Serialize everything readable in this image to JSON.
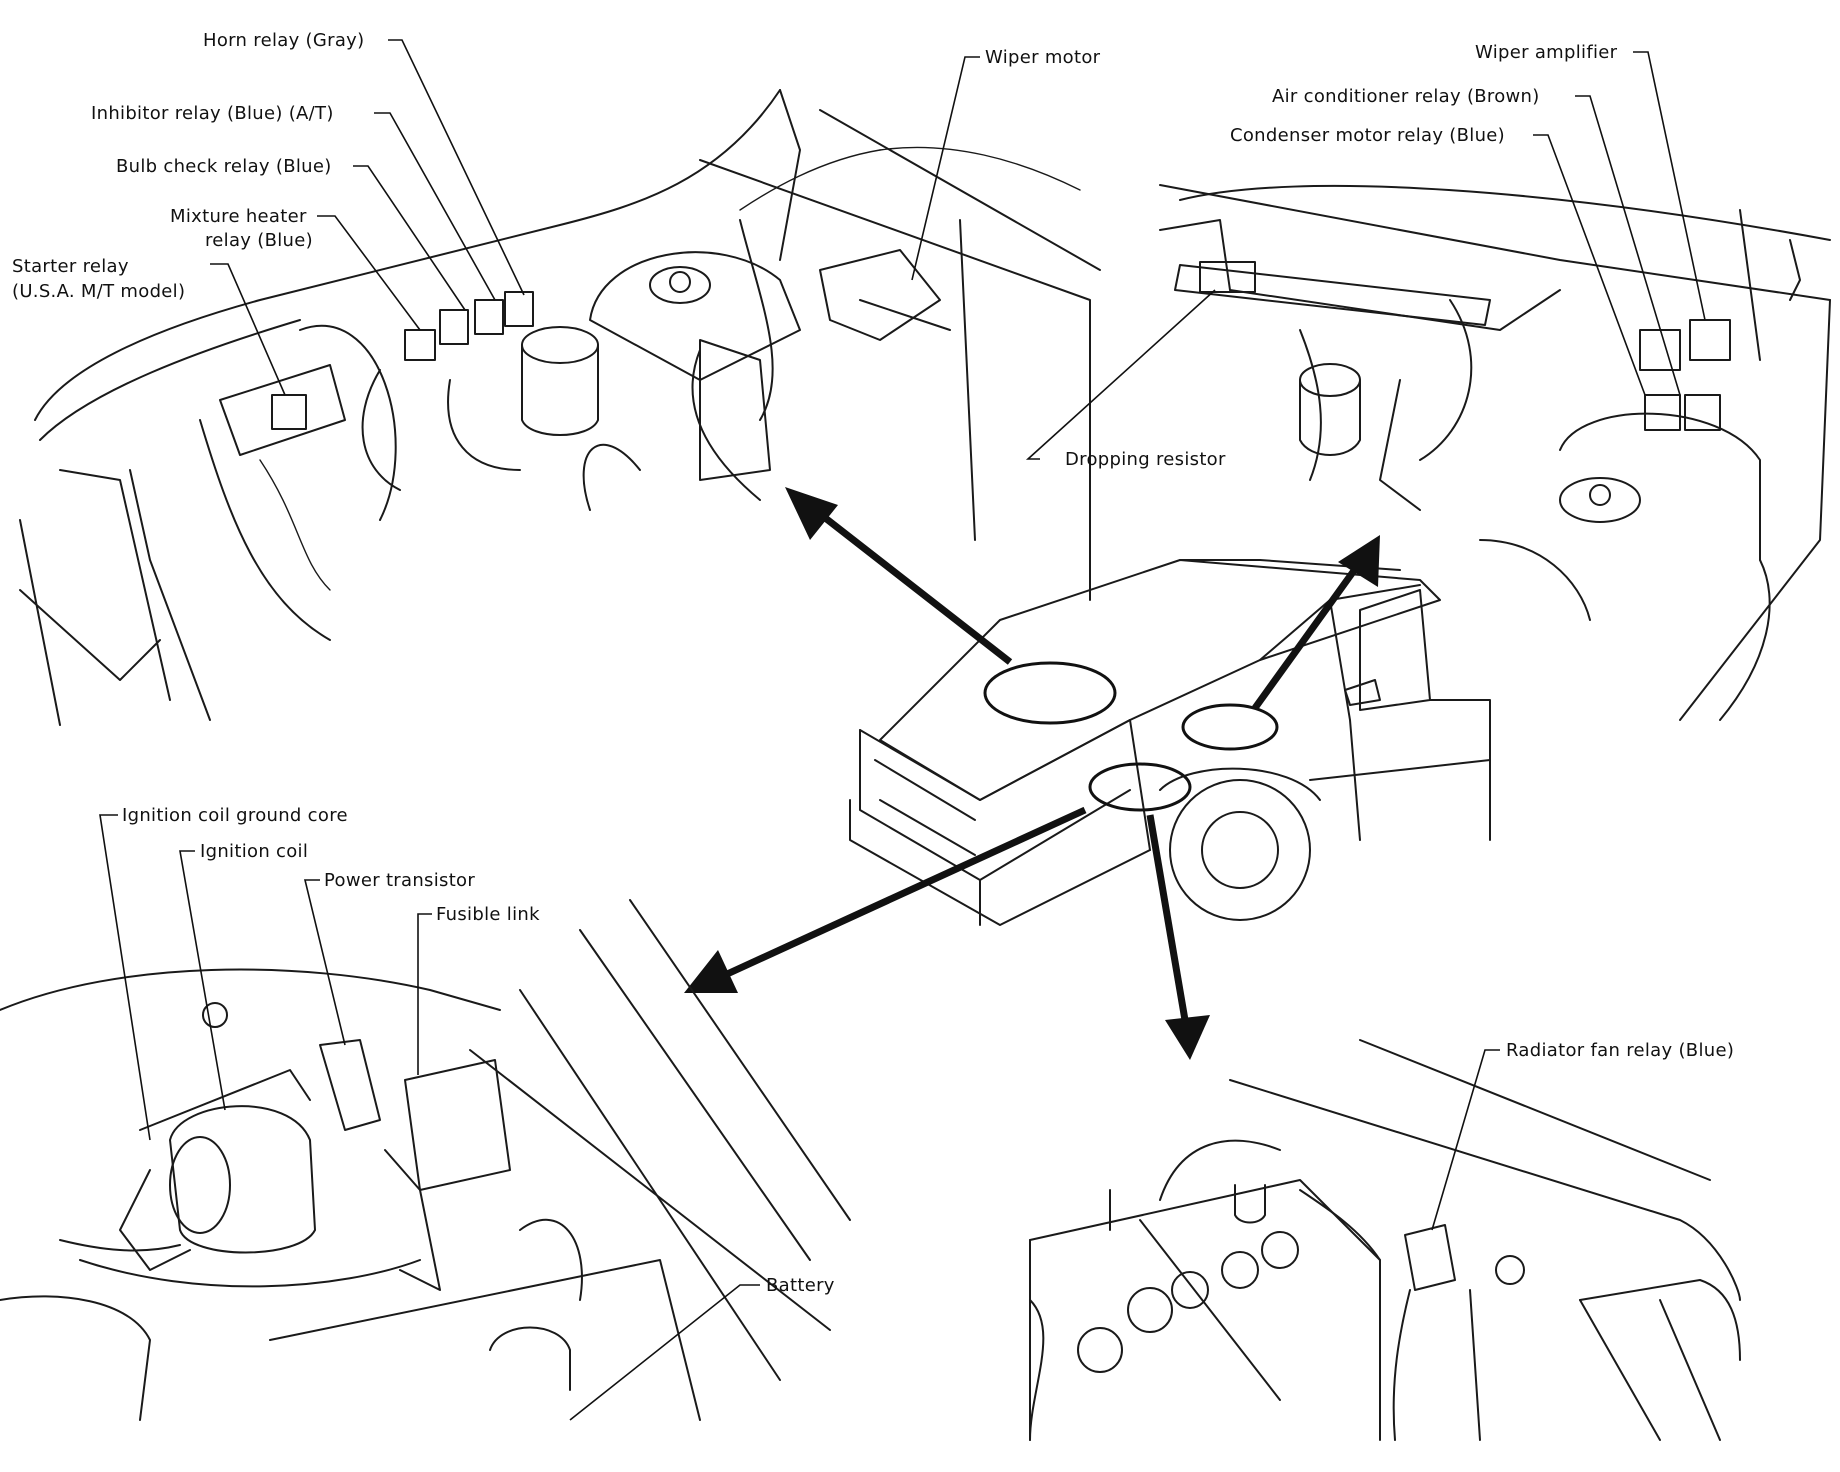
{
  "labels": {
    "horn_relay": "Horn relay (Gray)",
    "inhibitor_relay": "Inhibitor relay (Blue) (A/T)",
    "bulb_check_relay": "Bulb check relay (Blue)",
    "mixture_heater_1": "Mixture heater",
    "mixture_heater_2": "relay (Blue)",
    "starter_relay_1": "Starter relay",
    "starter_relay_2": "(U.S.A. M/T model)",
    "wiper_motor": "Wiper motor",
    "wiper_amplifier": "Wiper amplifier",
    "ac_relay": "Air conditioner relay (Brown)",
    "condenser_relay": "Condenser motor relay (Blue)",
    "dropping_resistor": "Dropping resistor",
    "ign_ground_core": "Ignition coil ground core",
    "ign_coil": "Ignition coil",
    "power_transistor": "Power transistor",
    "fusible_link": "Fusible link",
    "battery": "Battery",
    "radiator_fan_relay": "Radiator fan relay (Blue)"
  }
}
